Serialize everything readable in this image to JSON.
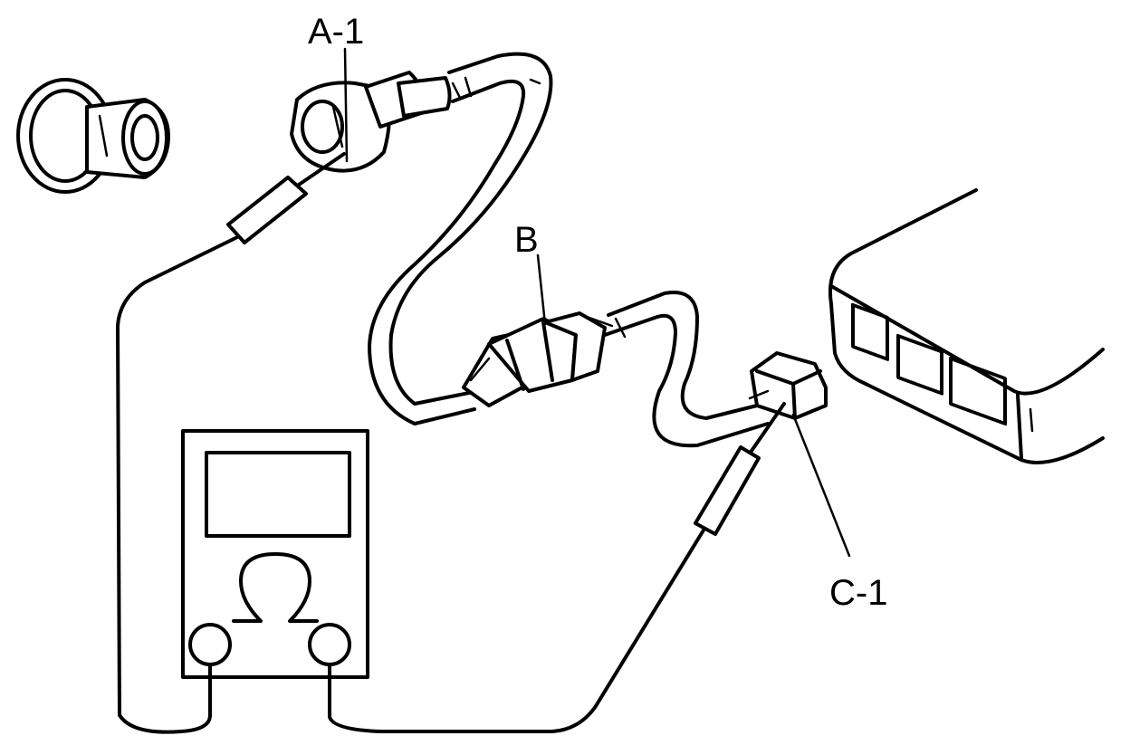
{
  "diagram": {
    "labels": {
      "a1": "A-1",
      "b": "B",
      "c1": "C-1"
    },
    "meter": {
      "unit_symbol": "Ω"
    },
    "colors": {
      "ink": "#000000",
      "paper": "#ffffff"
    },
    "icons": {
      "meter": "ohmmeter-icon",
      "bulb_socket": "bulb-socket-icon",
      "control_unit": "control-unit-icon"
    }
  }
}
